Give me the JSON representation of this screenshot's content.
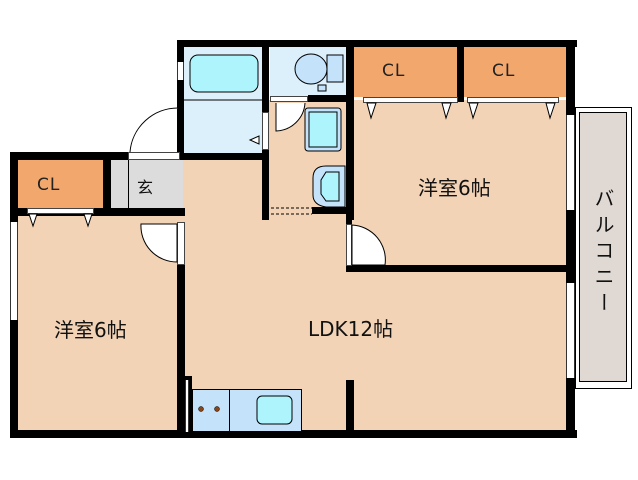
{
  "floorplan": {
    "rooms": [
      {
        "id": "western-room-right",
        "label": "洋室6帖"
      },
      {
        "id": "western-room-left",
        "label": "洋室6帖"
      },
      {
        "id": "ldk",
        "label": "LDK12帖"
      }
    ],
    "closets": [
      {
        "id": "closet-top-1",
        "label": "CL"
      },
      {
        "id": "closet-top-2",
        "label": "CL"
      },
      {
        "id": "closet-left",
        "label": "CL"
      }
    ],
    "entrance": {
      "label": "玄"
    },
    "balcony": {
      "label": "バルコニー"
    },
    "fixtures": [
      "bathtub",
      "toilet",
      "washbasin",
      "washing-machine",
      "kitchen-stove",
      "kitchen-sink"
    ],
    "colors": {
      "floor": "#f2d3b6",
      "closet": "#f2a86c",
      "wet_area": "#dcf0fc",
      "fixture": "#c5e2fb",
      "fixture_water": "#aef4fc",
      "entrance": "#dcdcdc",
      "balcony": "#e0d8d2",
      "wall": "#000000"
    }
  }
}
